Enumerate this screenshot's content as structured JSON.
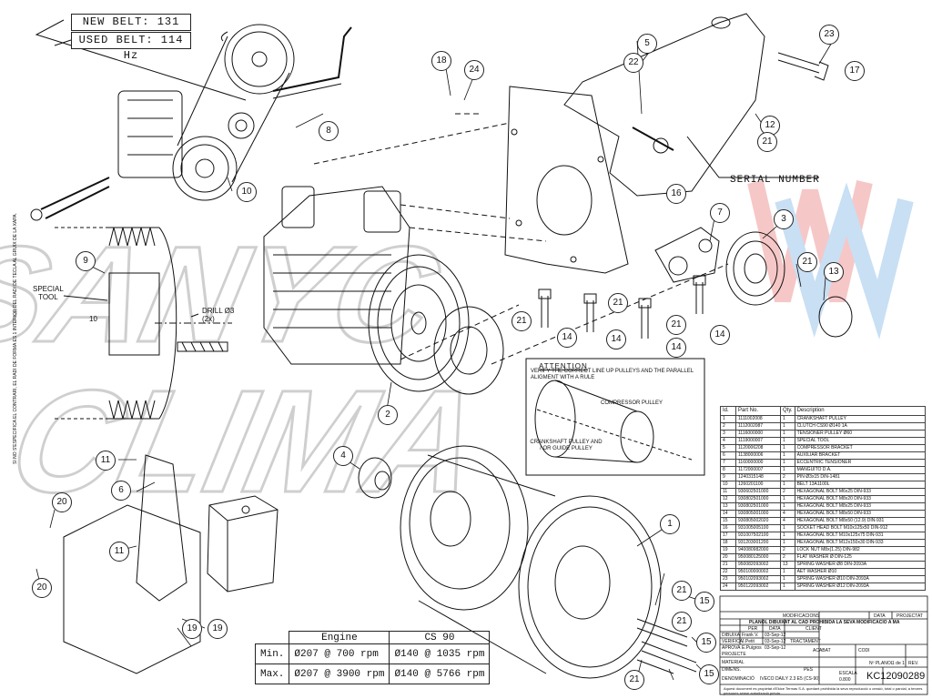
{
  "belt_notes": {
    "new_belt": "NEW BELT: 131 Hz",
    "used_belt": "USED BELT: 114 Hz"
  },
  "serial_label": "SERIAL NUMBER",
  "special_tool_label": "SPECIAL\nTOOL",
  "dim_10": "10",
  "drill_label": "DRILL Ø3\n(2x)",
  "vertical_note": "SI NO S'ESPECIFICA EL CONTRARI, EL RADI DE FORMA ES 1 INTERIOR DEL RADI DE TECLA AL GRUIX DE LA XAPA.",
  "attention": {
    "title": "ATTENTION",
    "text": "VERIFY THE CORRECT LINE UP PULLEYS AND THE PARALLEL ALIGMENT WITH A RULE",
    "compressor_pulley": "COMPRESSOR PULLEY",
    "crank_pulley": "CRANKSHAFT PULLEY AND / OR GUIDE PULLEY"
  },
  "callouts": [
    "1",
    "2",
    "3",
    "4",
    "5",
    "6",
    "7",
    "8",
    "9",
    "10",
    "11",
    "11",
    "12",
    "13",
    "14",
    "14",
    "14",
    "14",
    "15",
    "15",
    "15",
    "16",
    "17",
    "18",
    "19",
    "19",
    "20",
    "20",
    "21",
    "21",
    "21",
    "21",
    "21",
    "21",
    "21",
    "21",
    "22",
    "23",
    "24"
  ],
  "parts_list": {
    "headers": [
      "Id.",
      "Part No.",
      "Qty.",
      "Description"
    ],
    "rows": [
      [
        "1",
        "1111002008",
        "1",
        "CRANKSHAFT PULLEY"
      ],
      [
        "2",
        "1112002087",
        "1",
        "CLUTCH CS90 Ø140 1A"
      ],
      [
        "3",
        "1116000000",
        "1",
        "TENSIONER PULLEY Ø60"
      ],
      [
        "4",
        "1119000007",
        "1",
        "SPECIAL TOOL"
      ],
      [
        "5",
        "1120006208",
        "1",
        "COMPRESSOR BRACKET"
      ],
      [
        "6",
        "1138000006",
        "1",
        "AUXILIAR BRACKET"
      ],
      [
        "7",
        "1160000000",
        "1",
        "ECCENTRIC TENSIONER"
      ],
      [
        "8",
        "1172000007",
        "1",
        "MANGUITO D.A."
      ],
      [
        "9",
        "1240315148",
        "2",
        "PIN Ø3x15 DIN-1481"
      ],
      [
        "10",
        "1260201100",
        "1",
        "BELT 13A1100L"
      ],
      [
        "11",
        "930602501000",
        "2",
        "HEXAGONAL BOLT M6x25 DIN-933"
      ],
      [
        "12",
        "930802501000",
        "1",
        "HEXAGONAL BOLT M8x20 DIN-933"
      ],
      [
        "13",
        "930802501000",
        "1",
        "HEXAGONAL BOLT M8x25 DIN-933"
      ],
      [
        "14",
        "930805001000",
        "4",
        "HEXAGONAL BOLT M8x50 DIN-933"
      ],
      [
        "15",
        "930805002020",
        "4",
        "HEXAGONAL BOLT M8x50 (12.9) DIN-931"
      ],
      [
        "16",
        "931005005100",
        "1",
        "SOCKET HEAD BOLT M10x125x50 DIN-912"
      ],
      [
        "17",
        "931007502100",
        "1",
        "HEXAGONAL BOLT M10x125x75 DIN-931"
      ],
      [
        "18",
        "931203001200",
        "1",
        "HEXAGONAL BOLT M12x150x30 DIN-933"
      ],
      [
        "19",
        "940080982000",
        "2",
        "LOCK NUT M8x(1.25) DIN-982"
      ],
      [
        "20",
        "950080125000",
        "2",
        "FLAT WASHER Ø DIN-125"
      ],
      [
        "21",
        "950082093002",
        "13",
        "SPRING WASHER Ø8 DIN-2093A"
      ],
      [
        "22",
        "950100000002",
        "1",
        "AET WASHER Ø10"
      ],
      [
        "23",
        "950102093002",
        "1",
        "SPRING WASHER Ø10 DIN-2093A"
      ],
      [
        "24",
        "950122093002",
        "1",
        "SPRING WASHER Ø12 DIN-2093A"
      ]
    ]
  },
  "title_block": {
    "modificacions": "MODIFICACIONS",
    "data": "DATA",
    "projectat": "PROJECTAT",
    "notice": "PLANOL DIBUIXAT AL CAD PROHIBIDA LA SEVA MODIFICACIO A MA",
    "per": "PER",
    "data2": "DATA",
    "client": "CLIENT",
    "dibuixa": "DIBUIXA",
    "dibuixa_per": "Frank V.",
    "dibuixa_data": "03-Sep-12",
    "verifica": "VERIFICA",
    "verifica_per": "J.Petit",
    "verifica_data": "03-Sep-12",
    "aprova": "APROVA",
    "aprova_per": "E.Puigros",
    "aprova_data": "03-Sep-12",
    "tractament": "TRACTAMENT",
    "projecte": "PROJECTE",
    "acabat": "ACABAT",
    "codi": "CODI",
    "material": "MATERIAL",
    "dimens": "DIMENS.",
    "pes": "PES",
    "n_planol": "Nº PLANOL",
    "full": "1 de 1",
    "rev": "REV.",
    "escala": "ESCALA",
    "escala_val": "0.800",
    "denominacio": "DENOMINACIÓ",
    "denominacio_val": "IVECO DAILY 2.3 E5 (CS-90)",
    "drawing_no": "KC12090289",
    "footer": "Aquest document es propietat d'Ekice Termas S.A. quedant prohibida la seva reproducció o cessió, total o parcial, a tercers persones sense autorització prèvia."
  },
  "speeds": {
    "engine_header": "Engine",
    "cs_header": "CS 90",
    "min_label": "Min.",
    "min_engine": "Ø207 @ 700 rpm",
    "min_cs": "Ø140 @ 1035 rpm",
    "max_label": "Max.",
    "max_engine": "Ø207 @ 3900 rpm",
    "max_cs": "Ø140 @ 5766 rpm"
  },
  "watermark_colors": {
    "grey": "#d9d9d9",
    "red": "#f4b3b3",
    "blue": "#b5d3f0"
  }
}
